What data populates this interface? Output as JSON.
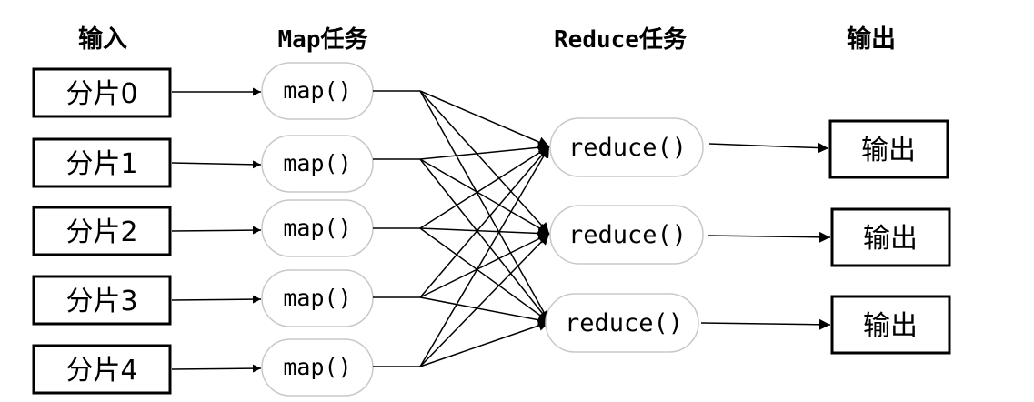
{
  "headers": {
    "input": "输入",
    "map": "Map任务",
    "reduce": "Reduce任务",
    "output": "输出"
  },
  "splits": [
    "分片0",
    "分片1",
    "分片2",
    "分片3",
    "分片4"
  ],
  "map_label": "map()",
  "reduce_label": "reduce()",
  "output_label": "输出",
  "colors": {
    "stroke": "#000000",
    "node_border": "#c8c8c8",
    "background": "#ffffff"
  }
}
